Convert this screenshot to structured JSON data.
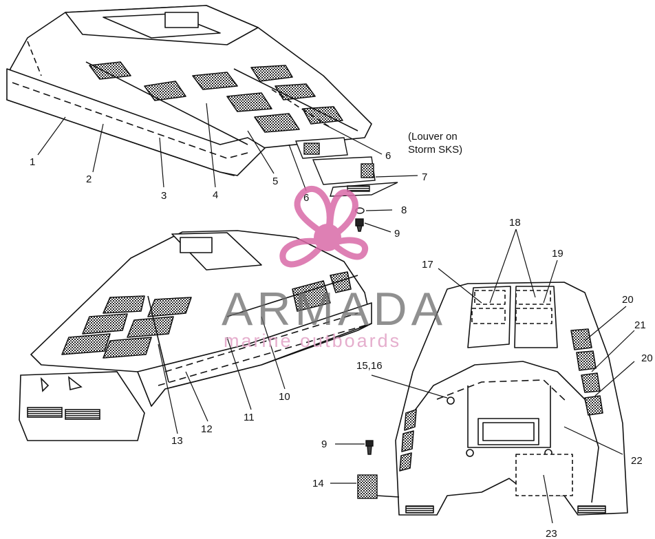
{
  "diagram": {
    "note_lines": [
      "(Louver on",
      "Storm SKS)"
    ],
    "callouts": {
      "c1": "1",
      "c2": "2",
      "c3": "3",
      "c4": "4",
      "c5": "5",
      "c6a": "6",
      "c6b": "6",
      "c7": "7",
      "c8": "8",
      "c9a": "9",
      "c9b": "9",
      "c10": "10",
      "c11": "11",
      "c12": "12",
      "c13": "13",
      "c14": "14",
      "c1516": "15,16",
      "c17": "17",
      "c18": "18",
      "c19": "19",
      "c20a": "20",
      "c20b": "20",
      "c21": "21",
      "c22": "22",
      "c23": "23"
    }
  },
  "watermark": {
    "title": "ARMADA",
    "subtitle": "marine outboards",
    "accent_color": "#d96aa8",
    "text_color": "#6b6b6b"
  }
}
